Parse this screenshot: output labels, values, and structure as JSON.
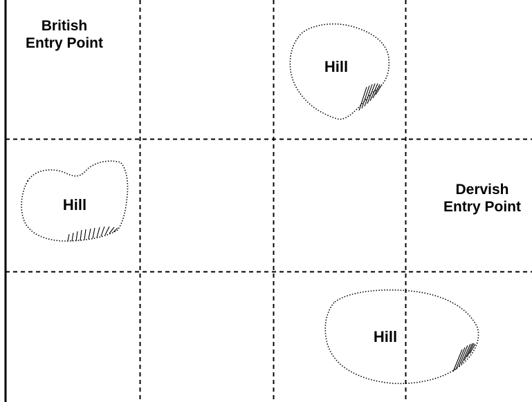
{
  "map": {
    "grid": {
      "columns": 4,
      "rows": 3,
      "line_style": "dashed",
      "line_color": "#000000",
      "background": "#ffffff",
      "border": "left"
    },
    "entry_points": {
      "british": {
        "line1": "British",
        "line2": "Entry Point"
      },
      "dervish": {
        "line1": "Dervish",
        "line2": "Entry Point"
      }
    },
    "hills": [
      {
        "label": "Hill",
        "cell": "top, third column"
      },
      {
        "label": "Hill",
        "cell": "middle, first column"
      },
      {
        "label": "Hill",
        "cell": "bottom, third-fourth column"
      }
    ]
  }
}
